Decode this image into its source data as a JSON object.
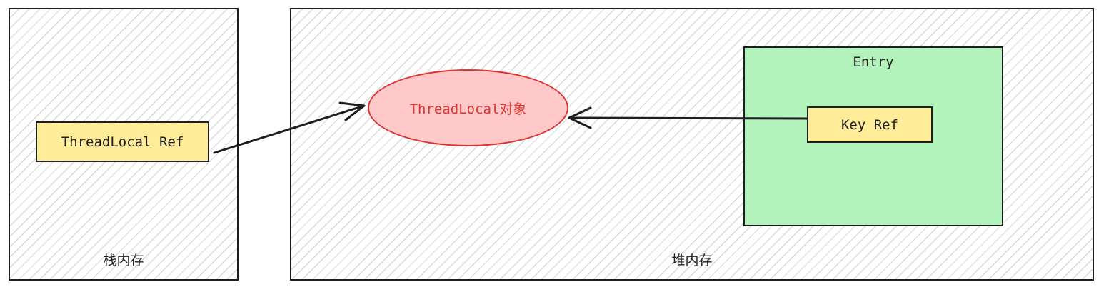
{
  "stack_memory": {
    "label": "栈内存",
    "ref_label": "ThreadLocal Ref"
  },
  "heap_memory": {
    "label": "堆内存",
    "object_label": "ThreadLocal对象",
    "entry": {
      "title": "Entry",
      "key_label": "Key Ref"
    }
  },
  "colors": {
    "stroke": "#1e1e1e",
    "ref_fill": "#ffec99",
    "entry_fill": "#b2f2bb",
    "object_fill": "#ffc9c9",
    "object_stroke": "#e03131"
  }
}
